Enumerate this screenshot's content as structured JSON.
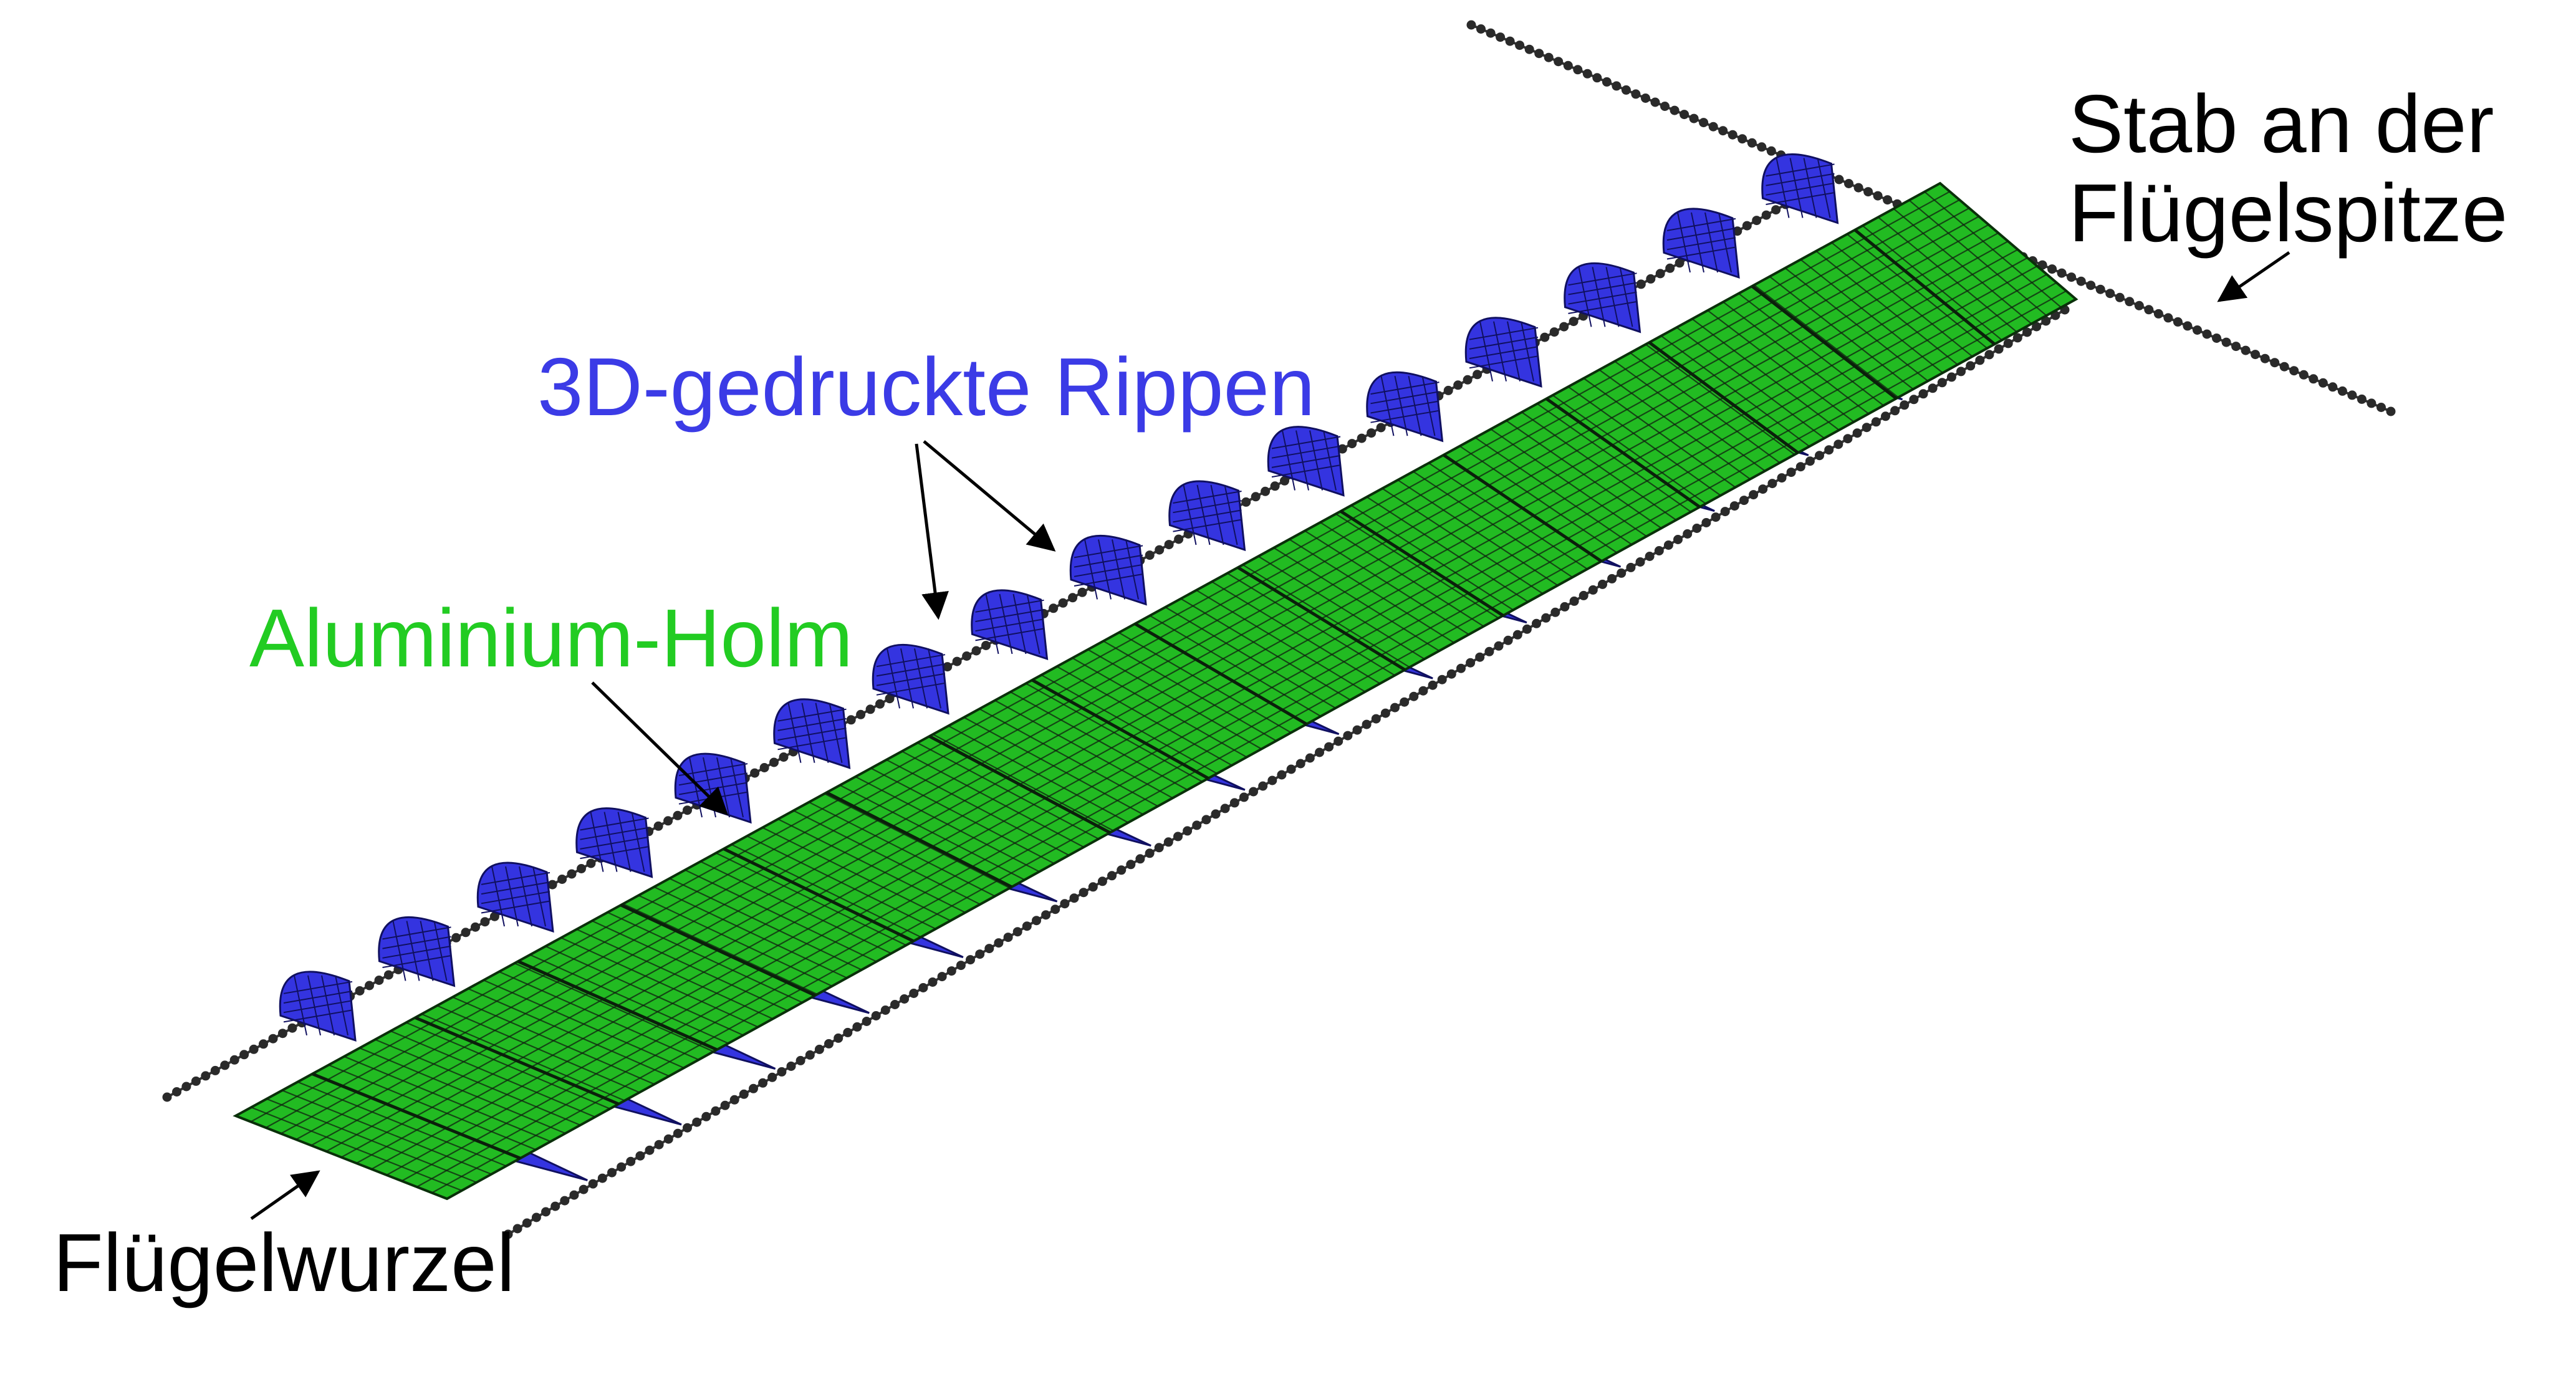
{
  "labels": {
    "wing_root": "Flügelwurzel",
    "tip_rod": "Stab an der\nFlügelspitze",
    "ribs": "3D-gedruckte Rippen",
    "spar": "Aluminium-Holm"
  },
  "colors": {
    "spar": "#22bb22",
    "ribs": "#3434e0",
    "ribs_label": "#3b3be6",
    "spar_label": "#22cc22",
    "text": "#000000",
    "grid": "#102010"
  },
  "rib_count": 16
}
